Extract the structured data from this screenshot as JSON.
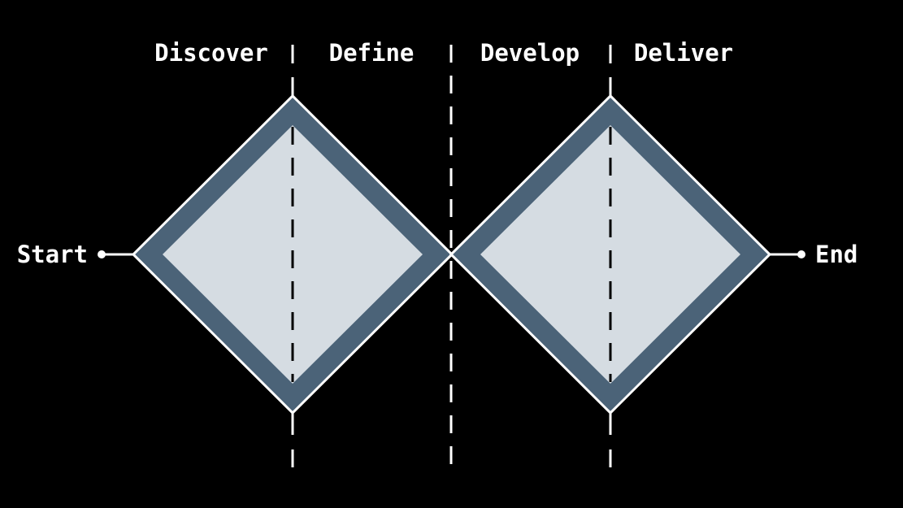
{
  "phases": [
    "Discover",
    "Define",
    "Develop",
    "Deliver"
  ],
  "start_label": "Start",
  "end_label": "End",
  "colors": {
    "background": "#000000",
    "line": "#ffffff",
    "diamond_border": "#4b6378",
    "diamond_fill": "#d5dce2"
  }
}
